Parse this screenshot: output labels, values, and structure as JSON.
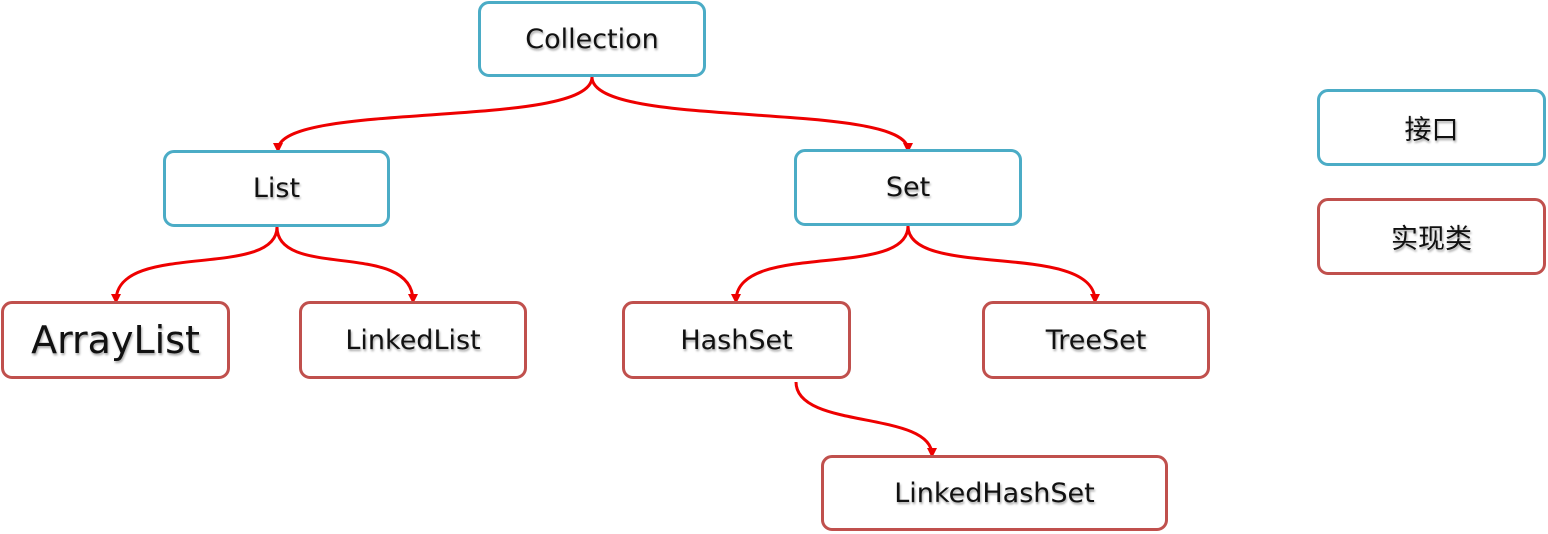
{
  "nodes": {
    "collection": {
      "label": "Collection",
      "kind": "interface"
    },
    "list": {
      "label": "List",
      "kind": "interface"
    },
    "set": {
      "label": "Set",
      "kind": "interface"
    },
    "arraylist": {
      "label": "ArrayList",
      "kind": "implementation"
    },
    "linkedlist": {
      "label": "LinkedList",
      "kind": "implementation"
    },
    "hashset": {
      "label": "HashSet",
      "kind": "implementation"
    },
    "treeset": {
      "label": "TreeSet",
      "kind": "implementation"
    },
    "linkedhashset": {
      "label": "LinkedHashSet",
      "kind": "implementation"
    }
  },
  "edges": [
    {
      "from": "collection",
      "to": "list"
    },
    {
      "from": "collection",
      "to": "set"
    },
    {
      "from": "list",
      "to": "arraylist"
    },
    {
      "from": "list",
      "to": "linkedlist"
    },
    {
      "from": "set",
      "to": "hashset"
    },
    {
      "from": "set",
      "to": "treeset"
    },
    {
      "from": "hashset",
      "to": "linkedhashset"
    }
  ],
  "legend": {
    "interface_label": "接口",
    "implementation_label": "实现类"
  },
  "colors": {
    "interface_border": "#4bacc6",
    "implementation_border": "#c0504d",
    "edge": "#ee0000"
  }
}
